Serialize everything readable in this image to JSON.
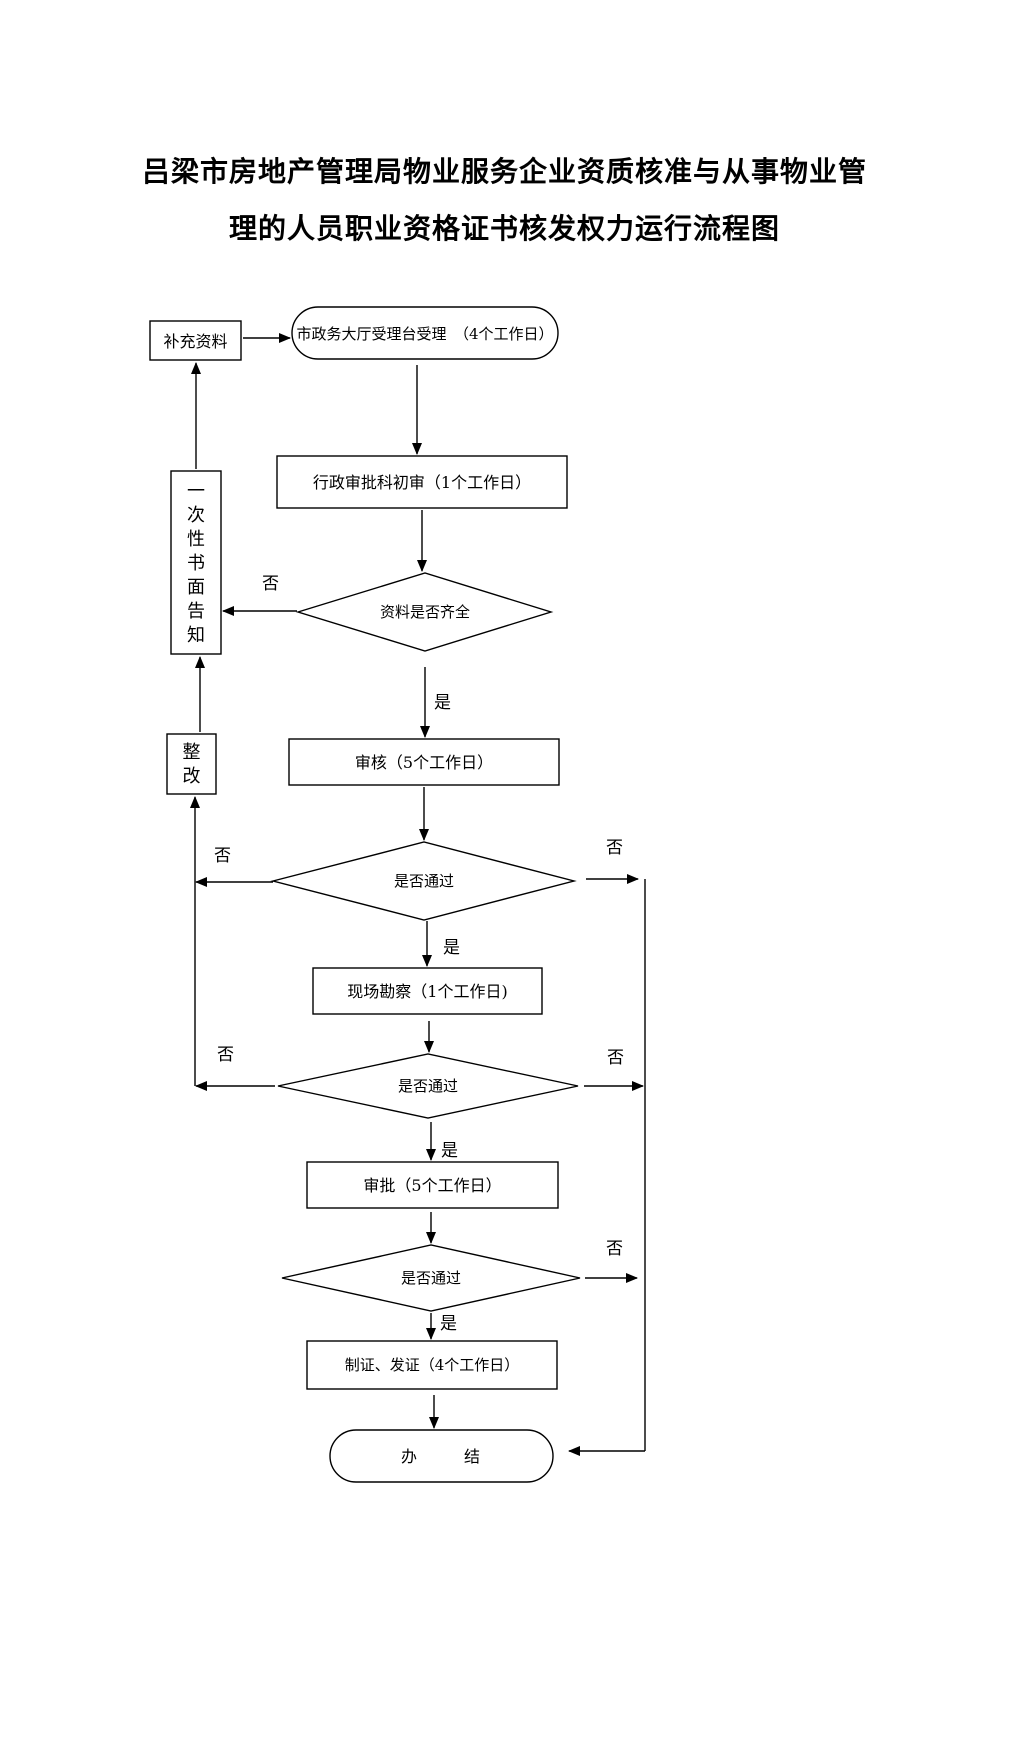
{
  "title": {
    "line1": "吕梁市房地产管理局物业服务企业资质核准与从事物业管",
    "line2": "理的人员职业资格证书核发权力运行流程图"
  },
  "nodes": {
    "supplement": "补充资料",
    "accept": "市政务大厅受理台受理　（4个工作日）",
    "initial_review": "行政审批科初审（1个工作日）",
    "materials_complete": "资料是否齐全",
    "review": "审核（5个工作日）",
    "passed_1": "是否通过",
    "site_survey": "现场勘察（1个工作日)",
    "passed_2": "是否通过",
    "approve": "审批（5个工作日）",
    "passed_3": "是否通过",
    "issue_cert": "制证、发证（4个工作日）",
    "done_left": "办",
    "done_right": "结",
    "one_time_notice": [
      "一",
      "次",
      "性",
      "书",
      "面",
      "告",
      "知"
    ],
    "rectify": [
      "整",
      "改"
    ]
  },
  "labels": {
    "yes": "是",
    "no": "否"
  }
}
